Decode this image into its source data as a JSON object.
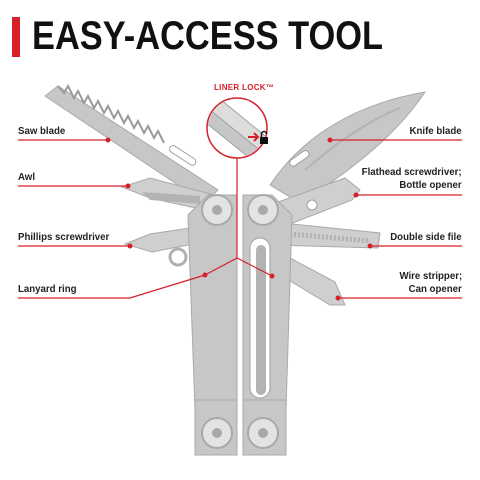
{
  "title": "EASY-ACCESS TOOL",
  "callout": "LINER LOCK™",
  "labels_left": [
    {
      "id": "saw",
      "text": "Saw blade"
    },
    {
      "id": "awl",
      "text": "Awl"
    },
    {
      "id": "phillips",
      "text": "Phillips screwdriver"
    },
    {
      "id": "lanyard",
      "text": "Lanyard ring"
    }
  ],
  "labels_right": [
    {
      "id": "knife",
      "text": "Knife blade"
    },
    {
      "id": "flathead1",
      "text": "Flathead screwdriver;"
    },
    {
      "id": "flathead2",
      "text": "Bottle opener"
    },
    {
      "id": "file",
      "text": "Double side file"
    },
    {
      "id": "wire1",
      "text": "Wire stripper;"
    },
    {
      "id": "wire2",
      "text": "Can opener"
    }
  ],
  "colors": {
    "accent": "#d6202a",
    "tool_gray": "#c7c7c7",
    "tool_dark": "#9a9a9a",
    "text": "#222222"
  },
  "icons": [
    "lock-icon",
    "screw-icon"
  ]
}
